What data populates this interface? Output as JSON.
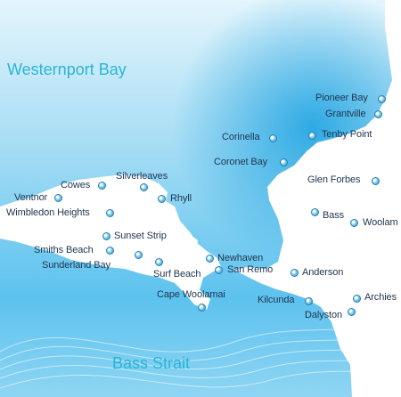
{
  "water": [
    {
      "id": "westernport-bay",
      "label": "Westernport Bay"
    },
    {
      "id": "bass-strait",
      "label": "Bass Strait"
    }
  ],
  "places": [
    {
      "id": "pioneer-bay",
      "label": "Pioneer Bay"
    },
    {
      "id": "grantville",
      "label": "Grantville"
    },
    {
      "id": "corinella",
      "label": "Corinella"
    },
    {
      "id": "tenby-point",
      "label": "Tenby Point"
    },
    {
      "id": "coronet-bay",
      "label": "Coronet Bay"
    },
    {
      "id": "glen-forbes",
      "label": "Glen Forbes"
    },
    {
      "id": "cowes",
      "label": "Cowes"
    },
    {
      "id": "silverleaves",
      "label": "Silverleaves"
    },
    {
      "id": "ventnor",
      "label": "Ventnor"
    },
    {
      "id": "rhyll",
      "label": "Rhyll"
    },
    {
      "id": "wimbledon-heights",
      "label": "Wimbledon Heights"
    },
    {
      "id": "bass",
      "label": "Bass"
    },
    {
      "id": "woolamai",
      "label": "Woolam"
    },
    {
      "id": "sunset-strip",
      "label": "Sunset Strip"
    },
    {
      "id": "smiths-beach",
      "label": "Smiths Beach"
    },
    {
      "id": "newhaven",
      "label": "Newhaven"
    },
    {
      "id": "sunderland-bay",
      "label": "Sunderland Bay"
    },
    {
      "id": "surf-beach",
      "label": "Surf Beach"
    },
    {
      "id": "san-remo",
      "label": "San Remo"
    },
    {
      "id": "anderson",
      "label": "Anderson"
    },
    {
      "id": "cape-woolamai",
      "label": "Cape Woolamai"
    },
    {
      "id": "kilcunda",
      "label": "Kilcunda"
    },
    {
      "id": "archies",
      "label": "Archies"
    },
    {
      "id": "dalyston",
      "label": "Dalyston"
    }
  ],
  "colors": {
    "water_label": "#2bb4d6",
    "place_label": "#1f3550",
    "sea_deep": "#1fa4e0",
    "sea_light": "#d6effa",
    "land": "#ffffff"
  }
}
